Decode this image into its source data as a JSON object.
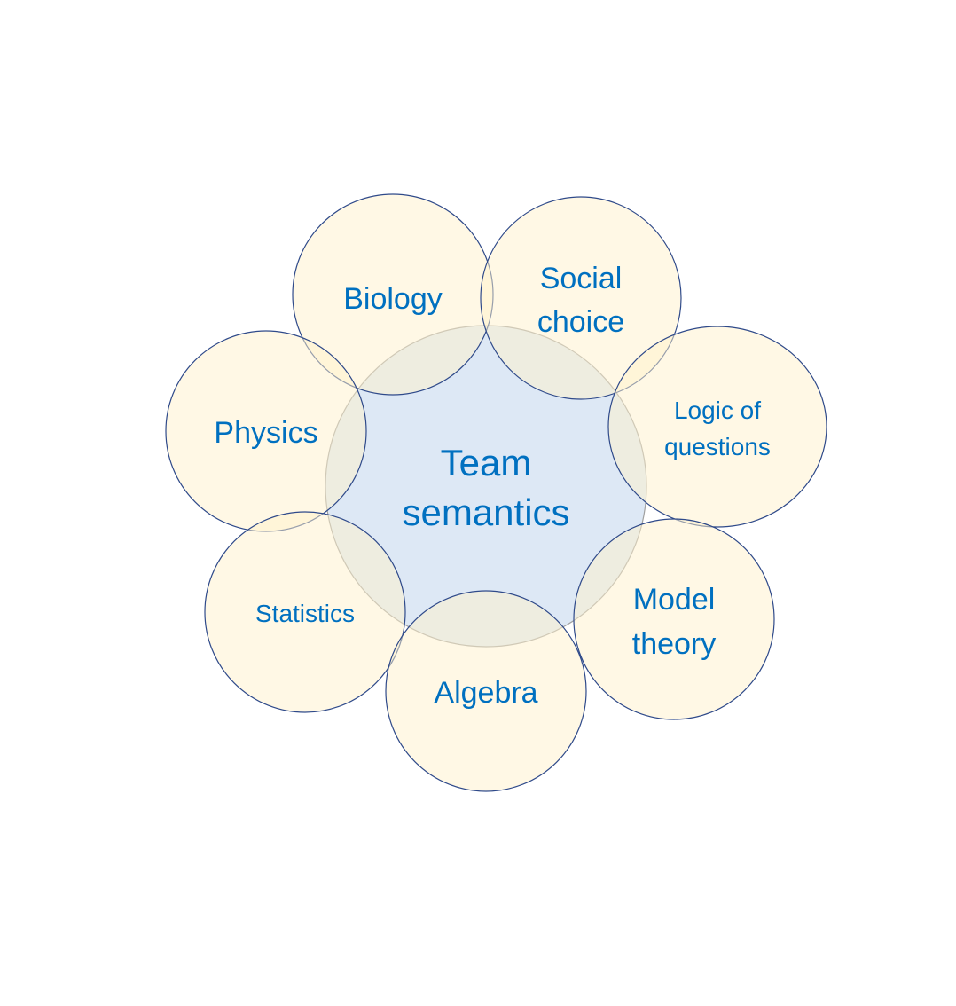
{
  "center": {
    "line1": "Team",
    "line2": "semantics"
  },
  "topics": [
    {
      "line1": "Biology",
      "line2": ""
    },
    {
      "line1": "Social",
      "line2": "choice"
    },
    {
      "line1": "Logic of",
      "line2": "questions"
    },
    {
      "line1": "Physics",
      "line2": ""
    },
    {
      "line1": "Statistics",
      "line2": ""
    },
    {
      "line1": "Algebra",
      "line2": ""
    },
    {
      "line1": "Model",
      "line2": "theory"
    }
  ],
  "colors": {
    "text": "#0070c0",
    "center_fill": "#dde8f5",
    "topic_fill": "#fff2cc",
    "topic_stroke": "#2f4a8a"
  }
}
